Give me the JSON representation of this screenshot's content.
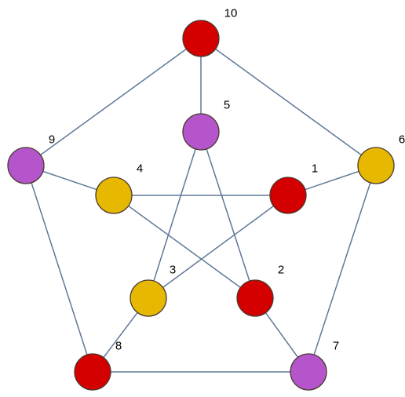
{
  "graph": {
    "colors": {
      "red": "#d40000",
      "yellow": "#e6b800",
      "purple": "#b455cc",
      "edge": "#5f7898"
    },
    "nodes": [
      {
        "id": "1",
        "label": "1",
        "color": "red"
      },
      {
        "id": "2",
        "label": "2",
        "color": "red"
      },
      {
        "id": "3",
        "label": "3",
        "color": "yellow"
      },
      {
        "id": "4",
        "label": "4",
        "color": "yellow"
      },
      {
        "id": "5",
        "label": "5",
        "color": "purple"
      },
      {
        "id": "6",
        "label": "6",
        "color": "yellow"
      },
      {
        "id": "7",
        "label": "7",
        "color": "purple"
      },
      {
        "id": "8",
        "label": "8",
        "color": "red"
      },
      {
        "id": "9",
        "label": "9",
        "color": "purple"
      },
      {
        "id": "10",
        "label": "10",
        "color": "red"
      }
    ],
    "edges": [
      [
        "10",
        "6"
      ],
      [
        "6",
        "7"
      ],
      [
        "7",
        "8"
      ],
      [
        "8",
        "9"
      ],
      [
        "9",
        "10"
      ],
      [
        "10",
        "5"
      ],
      [
        "6",
        "1"
      ],
      [
        "7",
        "2"
      ],
      [
        "8",
        "3"
      ],
      [
        "9",
        "4"
      ],
      [
        "5",
        "3"
      ],
      [
        "3",
        "1"
      ],
      [
        "1",
        "4"
      ],
      [
        "4",
        "2"
      ],
      [
        "2",
        "5"
      ]
    ]
  }
}
